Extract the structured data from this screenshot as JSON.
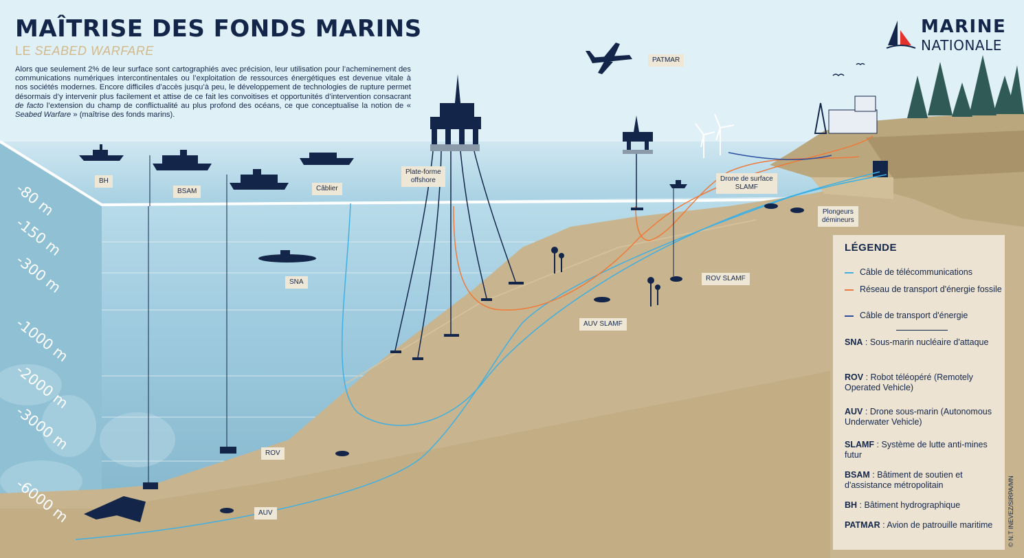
{
  "header": {
    "title": "MAÎTRISE DES FONDS MARINS",
    "subtitle_prefix": "LE ",
    "subtitle_em": "SEABED WARFARE",
    "intro_part1": "Alors que seulement 2% de leur surface sont cartographiés avec précision, leur utilisation pour l’acheminement des communications numériques intercontinentales ou l’exploitation de ressources énergétiques est devenue vitale à nos sociétés modernes. Encore difficiles d’accès jusqu’à peu, le développement de technologies de rupture permet désormais d’y intervenir plus facilement et attise de ce fait les convoitises et opportunités d’intervention consacrant ",
    "intro_em1": "de facto",
    "intro_part2": " l’extension du champ de conflictualité au plus profond des océans, ce que conceptualise la notion de « ",
    "intro_em2": "Seabed Warfare",
    "intro_part3": " » (maîtrise des fonds marins)."
  },
  "logo": {
    "line1": "MARINE",
    "line2": "NATIONALE"
  },
  "depths": [
    "-80 m",
    "-150 m",
    "-300 m",
    "-1000 m",
    "-2000 m",
    "-3000 m",
    "-6000 m"
  ],
  "labels": {
    "patmar": "PATMAR",
    "bh": "BH",
    "bsam": "BSAM",
    "cablier": "Câblier",
    "platform_l1": "Plate-forme",
    "platform_l2": "offshore",
    "drone_l1": "Drone de surface",
    "drone_l2": "SLAMF",
    "divers_l1": "Plongeurs",
    "divers_l2": "démineurs",
    "sna": "SNA",
    "rov_slamf": "ROV SLAMF",
    "auv_slamf": "AUV SLAMF",
    "rov": "ROV",
    "auv": "AUV"
  },
  "legend": {
    "title": "LÉGENDE",
    "lines": [
      {
        "label": "Câble de télécommunications",
        "color": "#3fb0e3"
      },
      {
        "label": "Réseau de transport d'énergie fossile",
        "color": "#ee7a3a"
      },
      {
        "label": "Câble de transport d'énergie",
        "color": "#2a4da0"
      }
    ],
    "abbrev": [
      {
        "code": "SNA",
        "desc": "Sous-marin nucléaire d'attaque"
      },
      {
        "code": "ROV",
        "desc": "Robot téléopéré (Remotely Operated Vehicle)"
      },
      {
        "code": "AUV",
        "desc": "Drone sous-marin (Autonomous Underwater Vehicle)"
      },
      {
        "code": "SLAMF",
        "desc": "Système de lutte anti-mines futur"
      },
      {
        "code": "BSAM",
        "desc": "Bâtiment de soutien et d'assistance métropolitain"
      },
      {
        "code": "BH",
        "desc": "Bâtiment hydrographique"
      },
      {
        "code": "PATMAR",
        "desc": "Avion de patrouille maritime"
      }
    ]
  },
  "credit": "© N.T INEVEZ/SIRPA/MN",
  "colors": {
    "sky": "#dff0f6",
    "sea": "#a9d2e3",
    "deep": "#7fb3c9",
    "seabed": "#c8b48e",
    "navy": "#13264a",
    "accent_red": "#e4312b",
    "label_bg": "#efe7d6"
  }
}
